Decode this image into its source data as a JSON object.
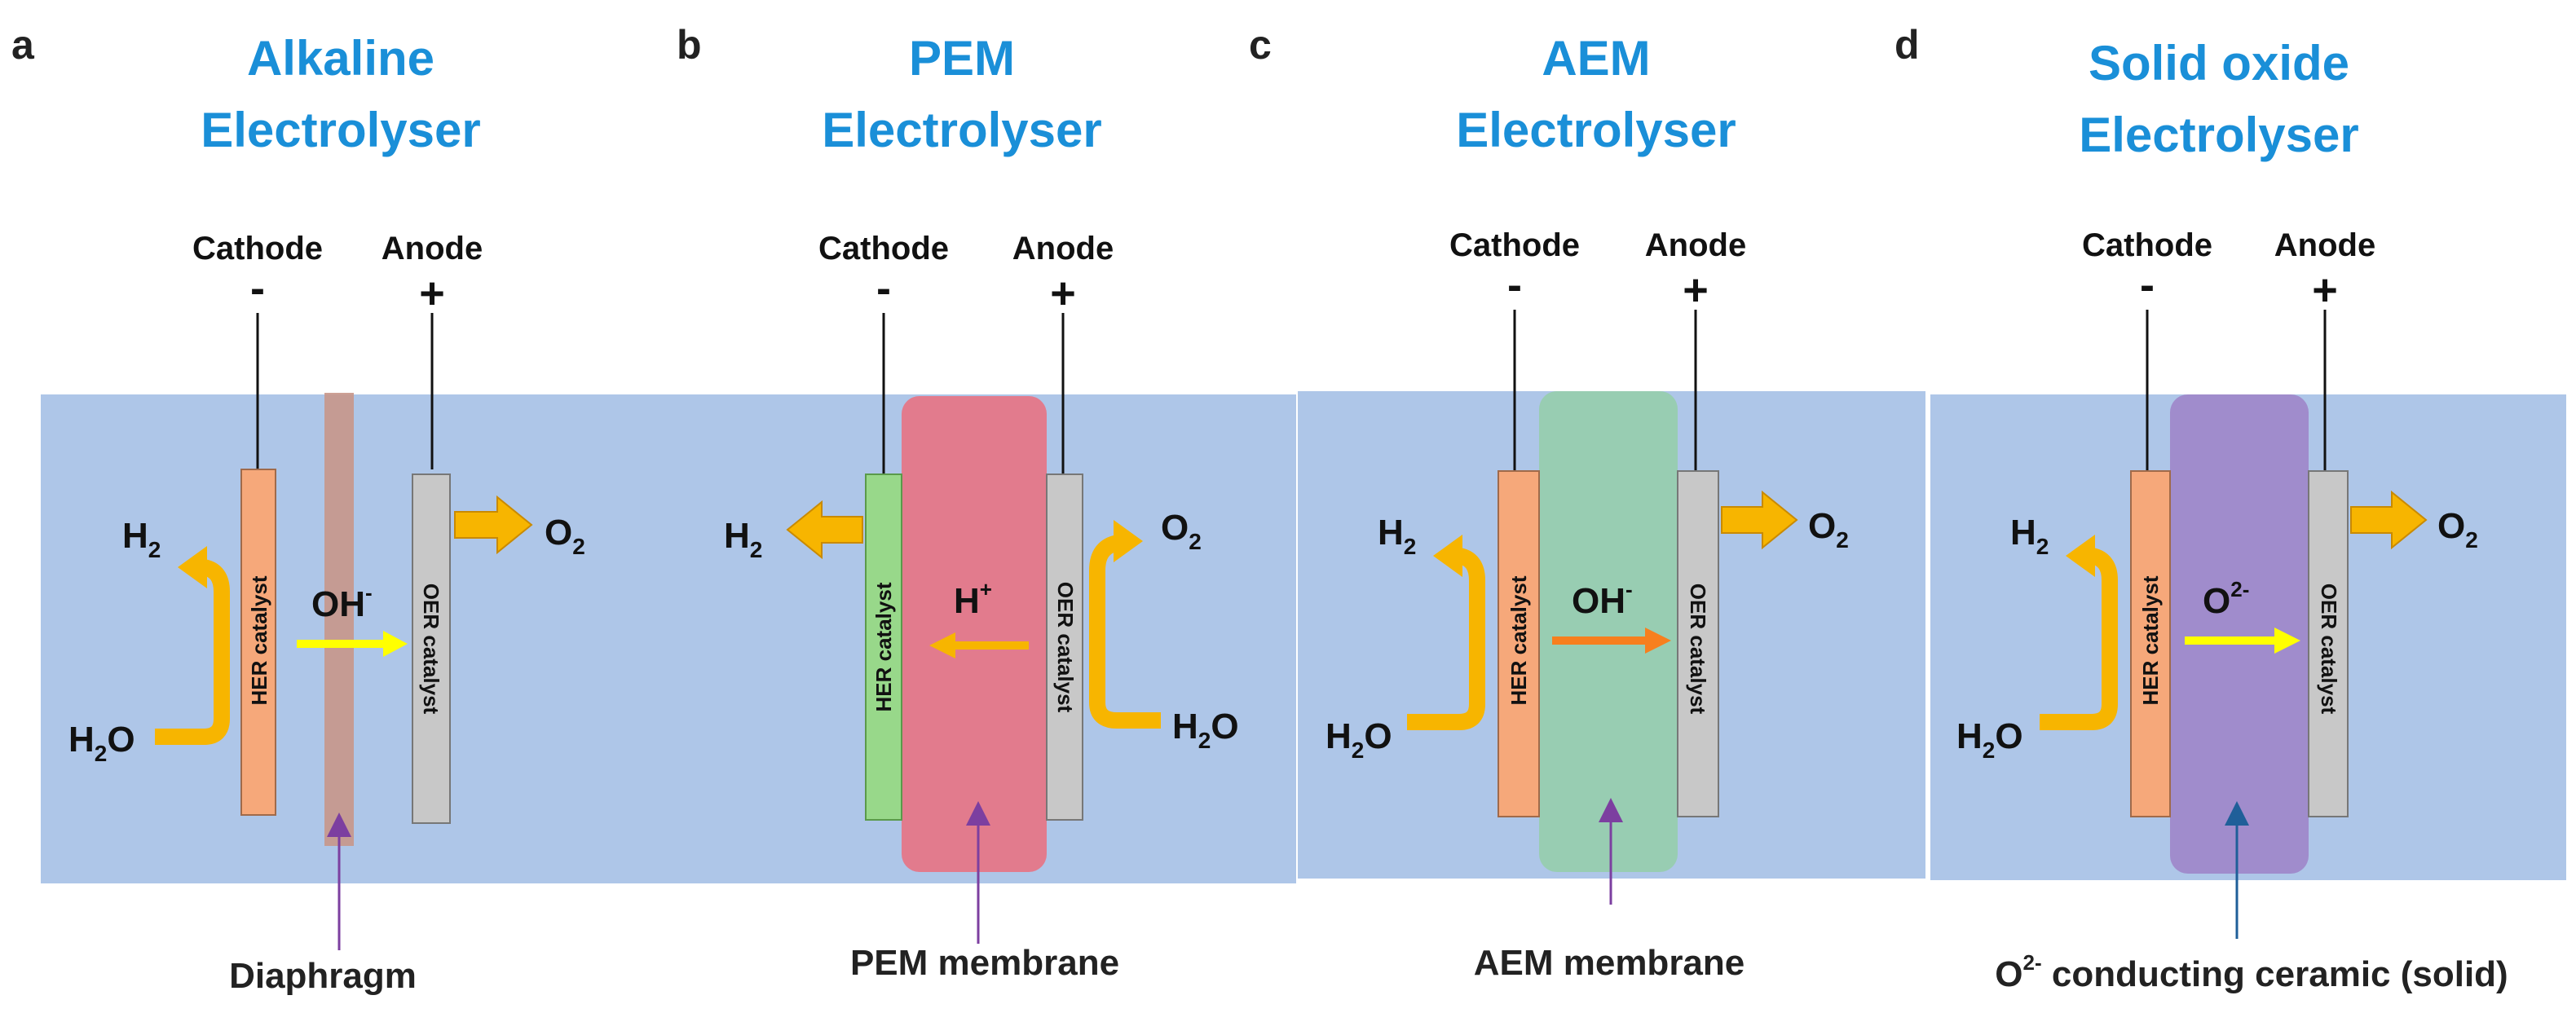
{
  "colors": {
    "title": "#1a8fd8",
    "electrolyte": "#aec6e8",
    "her_catalyst": "#f6a87a",
    "oer_catalyst": "#c8c8c8",
    "her_catalyst_pem": "#98d88a",
    "diaphragm": "#c8968a",
    "pem_membrane": "#e27b8d",
    "aem_membrane": "#98cdb2",
    "ceramic": "#a08ccc",
    "gas_arrow": "#f7b500",
    "ion_arrow_yellow": "#ffff00",
    "ion_arrow_orange": "#f77f1e",
    "pointer_purple": "#7c3fa0",
    "pointer_blue": "#1f5f99"
  },
  "panels": [
    {
      "letter": "a",
      "title_line1": "Alkaline",
      "title_line2": "Electrolyser",
      "cathode_label": "Cathode",
      "cathode_sign": "-",
      "anode_label": "Anode",
      "anode_sign": "+",
      "her_label": "HER catalyst",
      "oer_label": "OER catalyst",
      "ion": "OH",
      "ion_charge": "-",
      "h2": "H",
      "h2_sub": "2",
      "o2": "O",
      "o2_sub": "2",
      "water": "H",
      "water_sub": "2",
      "water_tail": "O",
      "separator_label": "Diaphragm"
    },
    {
      "letter": "b",
      "title_line1": "PEM",
      "title_line2": "Electrolyser",
      "cathode_label": "Cathode",
      "cathode_sign": "-",
      "anode_label": "Anode",
      "anode_sign": "+",
      "her_label": "HER catalyst",
      "oer_label": "OER catalyst",
      "ion": "H",
      "ion_charge": "+",
      "h2": "H",
      "h2_sub": "2",
      "o2": "O",
      "o2_sub": "2",
      "water": "H",
      "water_sub": "2",
      "water_tail": "O",
      "separator_label": "PEM membrane"
    },
    {
      "letter": "c",
      "title_line1": "AEM",
      "title_line2": "Electrolyser",
      "cathode_label": "Cathode",
      "cathode_sign": "-",
      "anode_label": "Anode",
      "anode_sign": "+",
      "her_label": "HER catalyst",
      "oer_label": "OER catalyst",
      "ion": "OH",
      "ion_charge": "-",
      "h2": "H",
      "h2_sub": "2",
      "o2": "O",
      "o2_sub": "2",
      "water": "H",
      "water_sub": "2",
      "water_tail": "O",
      "separator_label": "AEM membrane"
    },
    {
      "letter": "d",
      "title_line1": "Solid oxide",
      "title_line2": "Electrolyser",
      "cathode_label": "Cathode",
      "cathode_sign": "-",
      "anode_label": "Anode",
      "anode_sign": "+",
      "her_label": "HER catalyst",
      "oer_label": "OER catalyst",
      "ion": "O",
      "ion_charge": "2-",
      "h2": "H",
      "h2_sub": "2",
      "o2": "O",
      "o2_sub": "2",
      "water": "H",
      "water_sub": "2",
      "water_tail": "O",
      "separator_label_lead": "O",
      "separator_label_sup": "2-",
      "separator_label": " conducting ceramic (solid)"
    }
  ]
}
